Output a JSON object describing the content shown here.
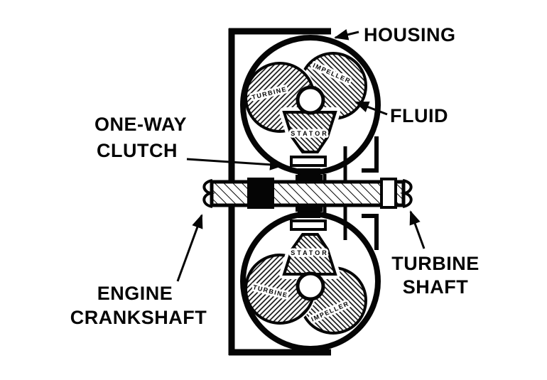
{
  "colors": {
    "ink": "#050505",
    "paper": "#ffffff"
  },
  "callouts": {
    "housing": "HOUSING",
    "fluid": "FLUID",
    "one_way_clutch_line1": "ONE-WAY",
    "one_way_clutch_line2": "CLUTCH",
    "turbine_shaft_line1": "TURBINE",
    "turbine_shaft_line2": "SHAFT",
    "engine_crankshaft_line1": "ENGINE",
    "engine_crankshaft_line2": "CRANKSHAFT"
  },
  "parts": {
    "top_turbine": "TURBINE",
    "top_impeller": "IMPELLER",
    "top_stator": "STATOR",
    "bottom_stator": "STATOR",
    "bottom_turbine": "TURBINE",
    "bottom_impeller": "IMPELLER"
  }
}
